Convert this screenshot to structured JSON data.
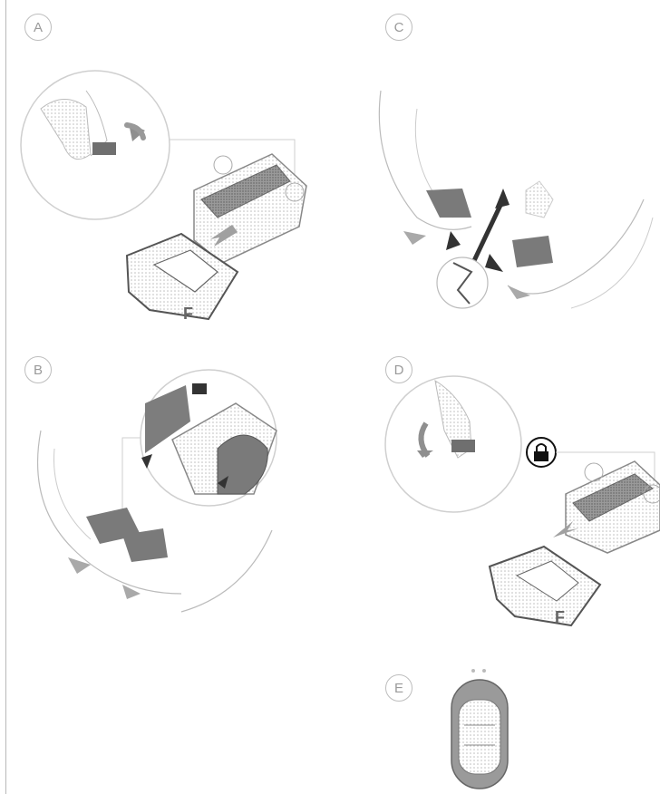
{
  "steps": [
    {
      "id": "A",
      "label": "A"
    },
    {
      "id": "B",
      "label": "B"
    },
    {
      "id": "C",
      "label": "C"
    },
    {
      "id": "D",
      "label": "D"
    },
    {
      "id": "E",
      "label": "E"
    }
  ],
  "callouts": {
    "battery_letter": "F",
    "lock_icon": "lock-icon"
  },
  "colors": {
    "line": "#9c9c9c",
    "dark": "#4a4a4a",
    "mid": "#8a8a8a",
    "light": "#cfcfcf",
    "stipple": "#d6d6d6"
  }
}
